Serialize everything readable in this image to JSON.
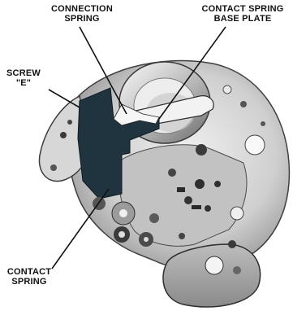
{
  "labels": {
    "connection_spring": [
      "CONNECTION",
      "SPRING"
    ],
    "contact_spring_base_plate": [
      "CONTACT SPRING",
      "BASE PLATE"
    ],
    "screw_e": [
      "SCREW",
      "\"E\""
    ],
    "contact_spring": [
      "CONTACT",
      "SPRING"
    ]
  },
  "colors": {
    "metal_light": "#e6e6e6",
    "metal_mid": "#b9b9b9",
    "metal_dark": "#6f6f6f",
    "spring_plate": "#20343f",
    "ink": "#111111"
  }
}
